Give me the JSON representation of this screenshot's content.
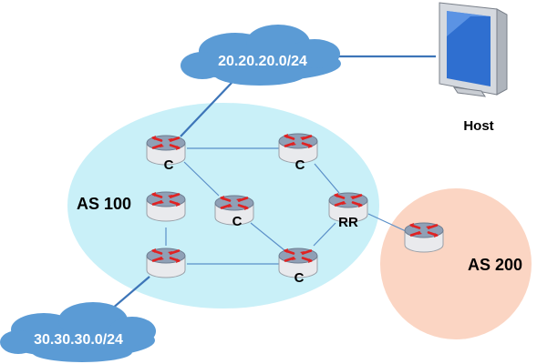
{
  "colors": {
    "as100_fill": "#c9f0f8",
    "as200_fill": "#fbd5c3",
    "cloud_fill": "#5b9bd5",
    "link_color": "#5a8fc8",
    "router_top": "#8fa0b6",
    "router_body": "#e9eaed",
    "router_arrow": "#e02222"
  },
  "areas": {
    "as100_label": "AS 100",
    "as200_label": "AS 200"
  },
  "networks": {
    "top_cloud": "20.20.20.0/24",
    "bottom_cloud": "30.30.30.0/24"
  },
  "host": {
    "label": "Host",
    "icon": "monitor-icon"
  },
  "routers": {
    "icon": "router-icon",
    "r1_label": "C",
    "r2_label": "C",
    "r3_label": "",
    "r4_label": "C",
    "r5_label": "RR",
    "r6_label": "",
    "r7_label": "C",
    "r8_label": ""
  }
}
